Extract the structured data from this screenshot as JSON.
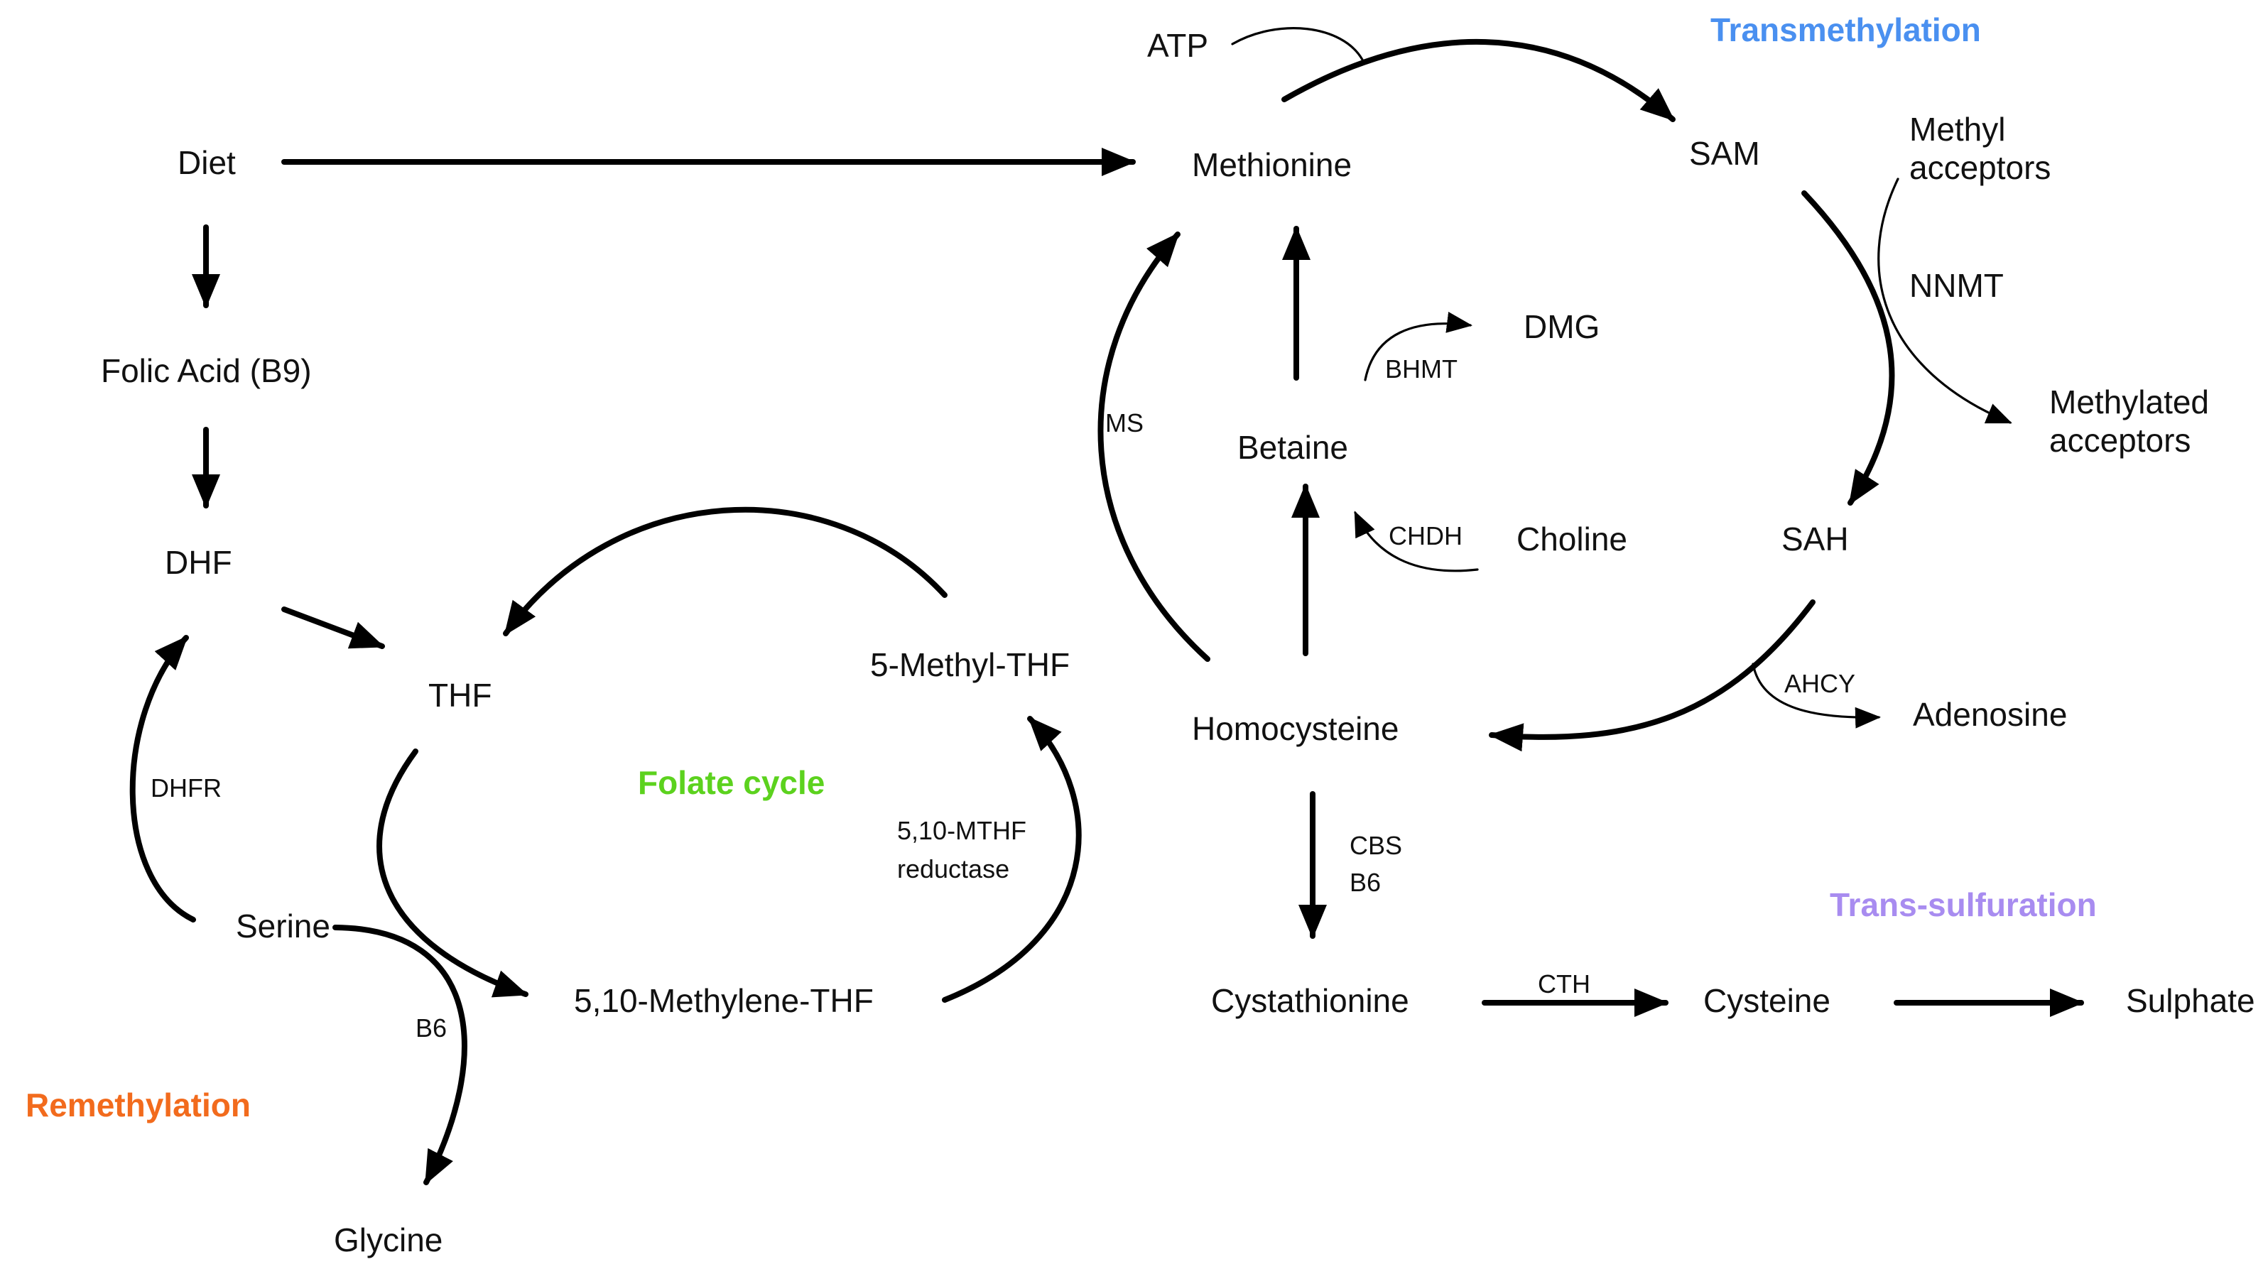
{
  "sections": {
    "transmethylation": {
      "label": "Transmethylation",
      "color": "#4a90f0"
    },
    "folate_cycle": {
      "label": "Folate cycle",
      "color": "#5cd21e"
    },
    "remethylation": {
      "label": "Remethylation",
      "color": "#f26b1d"
    },
    "transsulfuration": {
      "label": "Trans-sulfuration",
      "color": "#a88cf0"
    }
  },
  "nodes": {
    "atp": "ATP",
    "diet": "Diet",
    "methionine": "Methionine",
    "sam": "SAM",
    "methyl_acceptors_1": "Methyl",
    "methyl_acceptors_2": "acceptors",
    "folic_acid": "Folic Acid (B9)",
    "dmg": "DMG",
    "methylated_acceptors_1": "Methylated",
    "methylated_acceptors_2": "acceptors",
    "betaine": "Betaine",
    "dhf": "DHF",
    "choline": "Choline",
    "sah": "SAH",
    "five_methyl_thf": "5-Methyl-THF",
    "thf": "THF",
    "homocysteine": "Homocysteine",
    "adenosine": "Adenosine",
    "serine": "Serine",
    "methylene_thf": "5,10-Methylene-THF",
    "cystathionine": "Cystathionine",
    "cysteine": "Cysteine",
    "sulphate": "Sulphate",
    "glycine": "Glycine"
  },
  "enzymes": {
    "nnmt": "NNMT",
    "bhmt": "BHMT",
    "ms": "MS",
    "chdh": "CHDH",
    "ahcy": "AHCY",
    "dhfr": "DHFR",
    "mthf_reductase_1": "5,10-MTHF",
    "mthf_reductase_2": "reductase",
    "cbs": "CBS",
    "b6_cbs": "B6",
    "b6_serine": "B6",
    "cth": "CTH"
  }
}
